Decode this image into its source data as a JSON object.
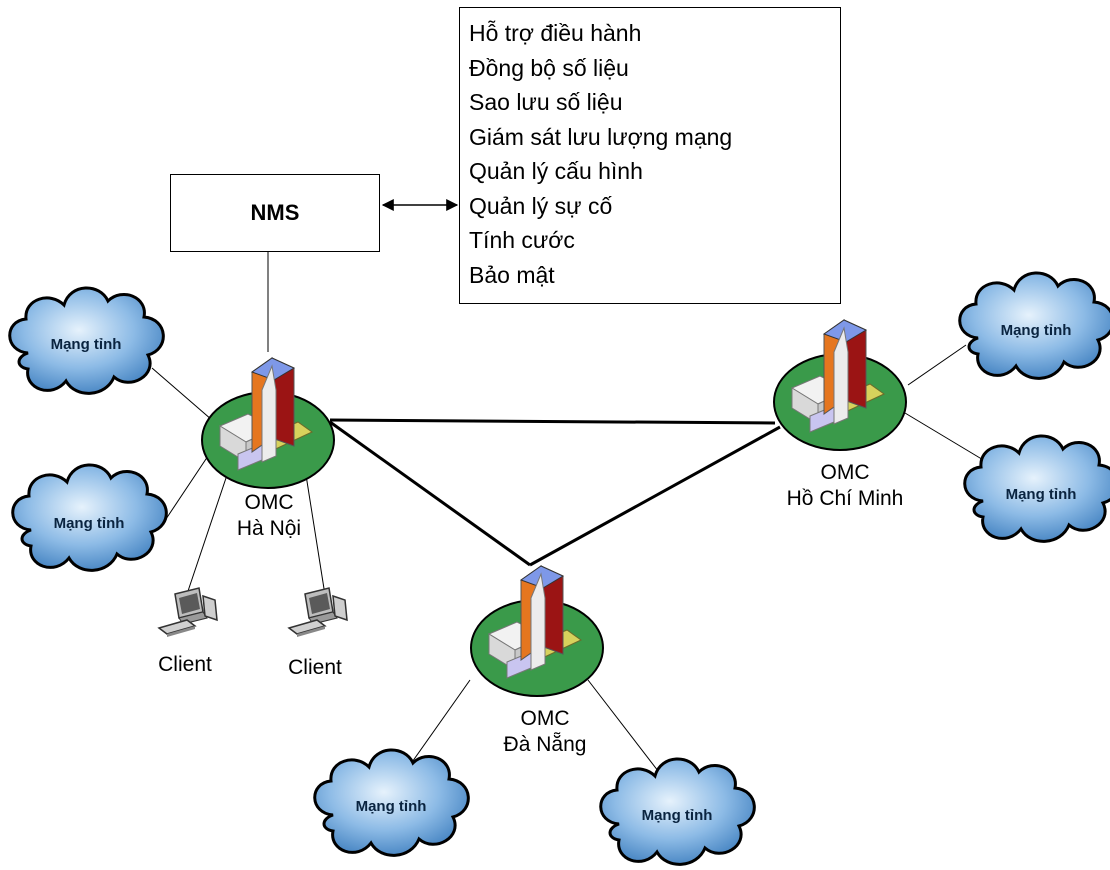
{
  "nms": {
    "label": "NMS"
  },
  "functions": [
    "Hỗ trợ điều hành",
    "Đồng bộ số liệu",
    "Sao lưu số liệu",
    "Giám sát lưu lượng mạng",
    "Quản lý cấu hình",
    "Quản lý sự cố",
    "Tính cước",
    "Bảo mật"
  ],
  "omc": {
    "hanoi": {
      "line1": "OMC",
      "line2": "Hà Nội"
    },
    "hcm": {
      "line1": "OMC",
      "line2": "Hồ Chí Minh"
    },
    "danang": {
      "line1": "OMC",
      "line2": "Đà Nẵng"
    }
  },
  "cloud_label": "Mạng tỉnh",
  "clients": [
    "Client",
    "Client"
  ],
  "colors": {
    "cloud_fill": "#5b9bd5",
    "cloud_light": "#cfe4f7",
    "ellipse": "#3a9a4a",
    "roof": "#7e98e8",
    "orange": "#e0701c",
    "red": "#a11616"
  }
}
